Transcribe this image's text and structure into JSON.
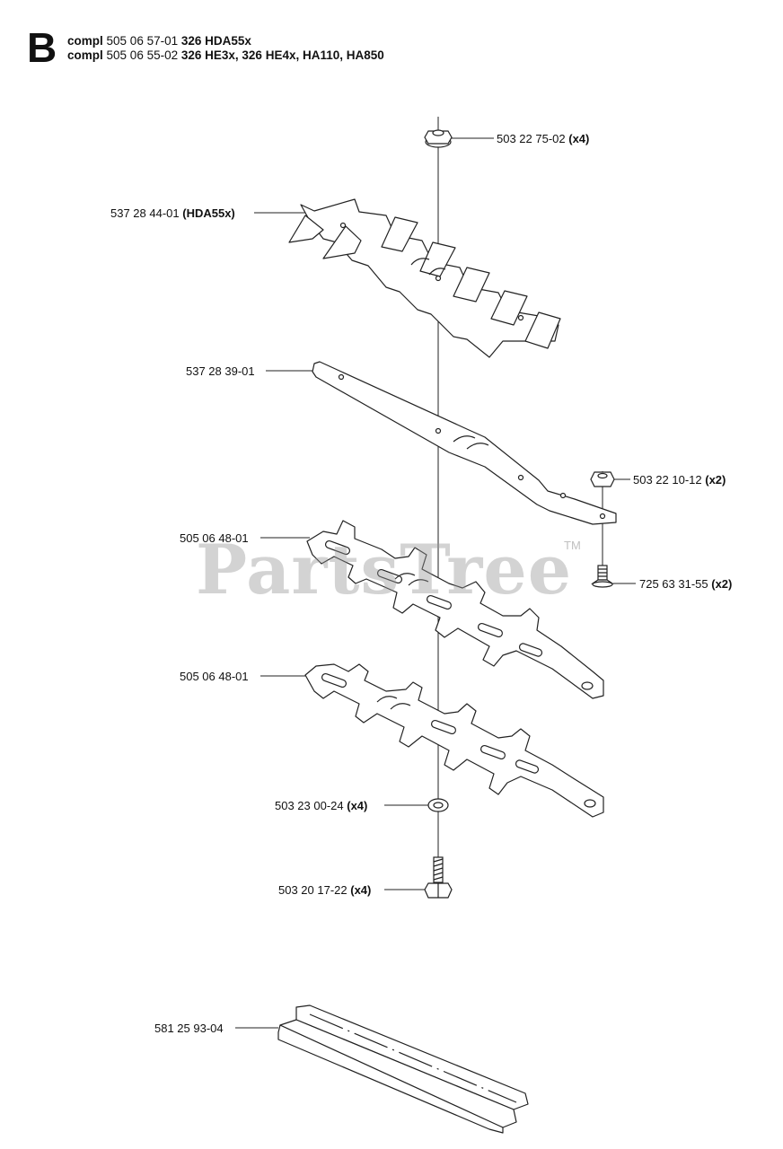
{
  "section": {
    "letter": "B"
  },
  "assemblies": [
    {
      "prefix": "compl",
      "part_no": "505 06 57-01",
      "models": "326 HDA55x"
    },
    {
      "prefix": "compl",
      "part_no": "505 06 55-02",
      "models": "326 HE3x, 326 HE4x, HA110, HA850"
    }
  ],
  "parts": [
    {
      "id": "nut-top",
      "part_no": "503 22 75-02",
      "qty": "(x4)"
    },
    {
      "id": "blade-hda",
      "part_no": "537 28 44-01",
      "qty": "(HDA55x)"
    },
    {
      "id": "guide-bar",
      "part_no": "537 28 39-01",
      "qty": ""
    },
    {
      "id": "nut-small",
      "part_no": "503 22 10-12",
      "qty": "(x2)"
    },
    {
      "id": "blade-upper",
      "part_no": "505 06 48-01",
      "qty": ""
    },
    {
      "id": "screw-small",
      "part_no": "725 63 31-55",
      "qty": "(x2)"
    },
    {
      "id": "blade-lower",
      "part_no": "505 06 48-01",
      "qty": ""
    },
    {
      "id": "washer",
      "part_no": "503 23 00-24",
      "qty": "(x4)"
    },
    {
      "id": "bolt",
      "part_no": "503 20 17-22",
      "qty": "(x4)"
    },
    {
      "id": "blade-guard",
      "part_no": "581 25 93-04",
      "qty": ""
    }
  ],
  "watermark": {
    "text": "PartsTree",
    "tm": "TM"
  }
}
